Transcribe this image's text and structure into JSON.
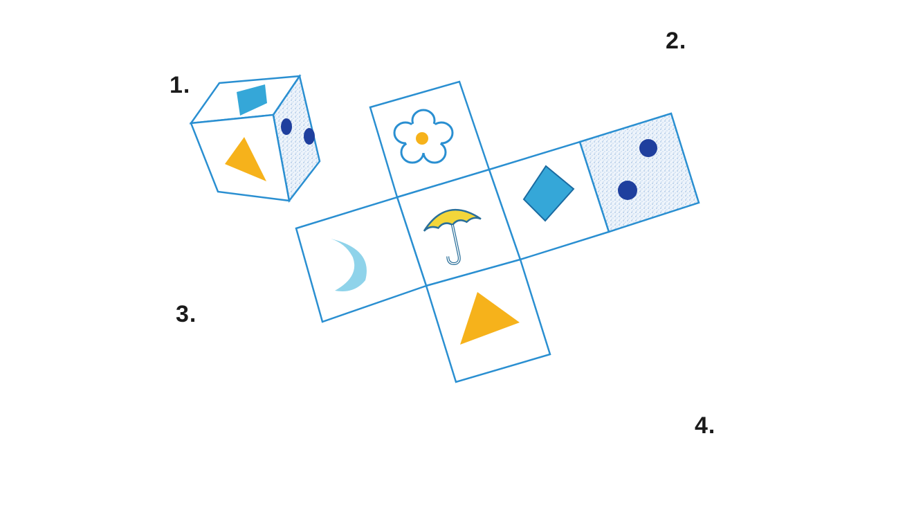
{
  "labels": {
    "one": "1.",
    "two": "2.",
    "three": "3.",
    "four": "4."
  },
  "colors": {
    "line": "#2a8fd1",
    "triangle": "#f6b21b",
    "diamond": "#35a7d8",
    "moon": "#8fd3ea",
    "dots_dark": "#1f3f9e",
    "dots_green": "#178a4a",
    "umbrella": "#f3d63a",
    "umbrella_handle": "#2c8f9a",
    "mouse_body": "#a6a6a6",
    "mouse_ear": "#e07aa0"
  },
  "icons": [
    "flower-icon",
    "umbrella-icon",
    "moon-icon",
    "triangle-icon",
    "diamond-icon",
    "two-dots-icon"
  ]
}
